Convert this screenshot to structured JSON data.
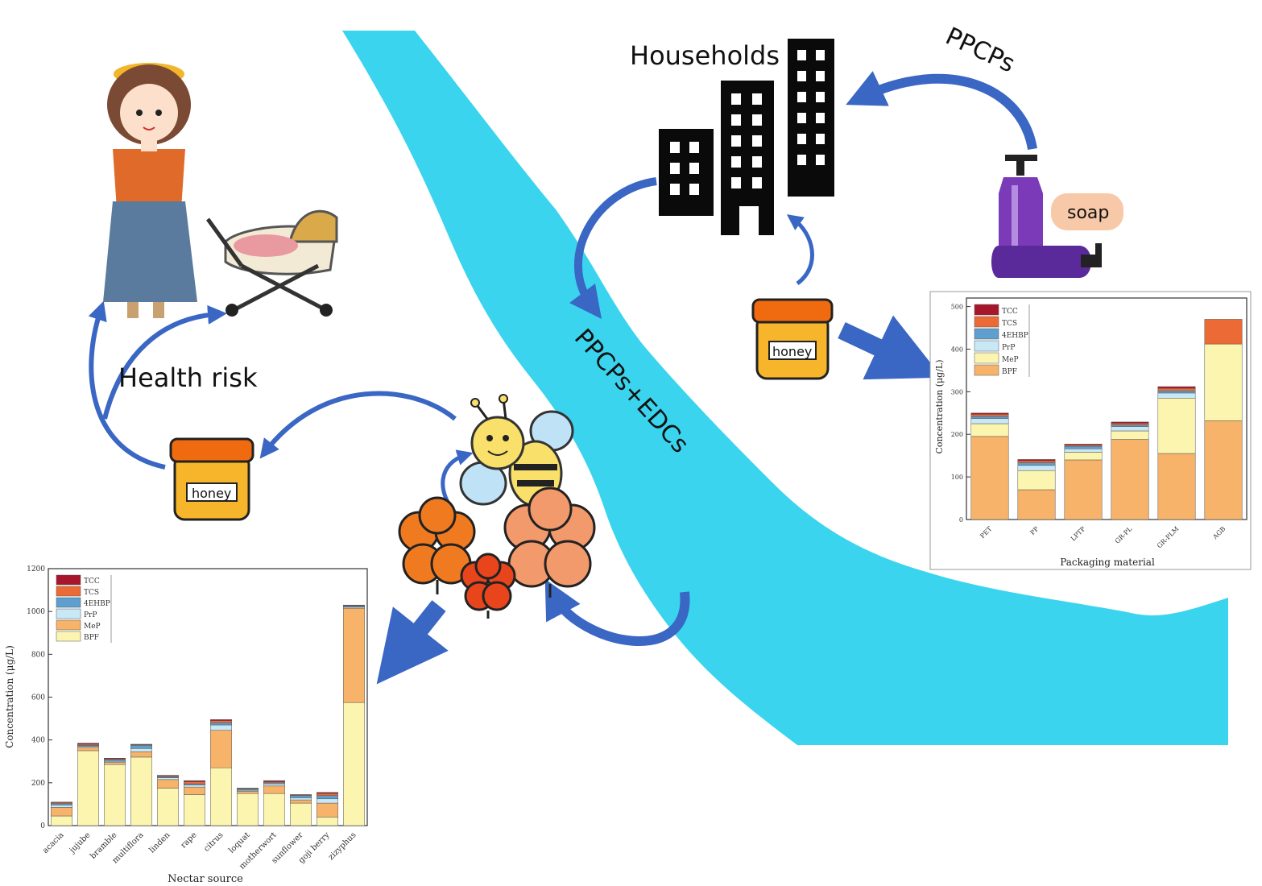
{
  "labels": {
    "households": "Households",
    "ppcps": "PPCPs",
    "soap": "soap",
    "river": "PPCPs+EDCs",
    "health_risk": "Health risk",
    "honey": "honey"
  },
  "colors": {
    "river": "#3ad4ee",
    "arrow": "#3a66c4",
    "honey_lid": "#f06a10",
    "honey_body": "#f7b52b",
    "bottle": "#7b3bb8",
    "flower_orange": "#f07a20",
    "flower_salmon": "#f39a6c",
    "flower_red": "#e8451c",
    "bee": "#f8e06a",
    "bee_wing": "#bfe2f7"
  },
  "chart_data": [
    {
      "type": "bar",
      "stacked": true,
      "xlabel": "Packaging material",
      "ylabel": "Concentration (μg/L)",
      "ylim": [
        0,
        520
      ],
      "yticks": [
        0,
        100,
        200,
        300,
        400,
        500
      ],
      "legend_position": "top-left",
      "categories": [
        "PET",
        "PP",
        "LPTP",
        "GR-PL",
        "GR-PLM",
        "AGB"
      ],
      "series": [
        {
          "name": "BPF",
          "color": "#f7b36a",
          "values": [
            195,
            70,
            140,
            188,
            155,
            232
          ]
        },
        {
          "name": "MeP",
          "color": "#fbf5b0",
          "values": [
            30,
            45,
            18,
            20,
            130,
            180
          ]
        },
        {
          "name": "PrP",
          "color": "#c8e8f6",
          "values": [
            12,
            12,
            8,
            10,
            12,
            0
          ]
        },
        {
          "name": "4EHBP",
          "color": "#5e9fd0",
          "values": [
            5,
            6,
            6,
            4,
            5,
            0
          ]
        },
        {
          "name": "TCS",
          "color": "#ec6a35",
          "values": [
            5,
            5,
            3,
            4,
            6,
            58
          ]
        },
        {
          "name": "TCC",
          "color": "#a8162c",
          "values": [
            3,
            3,
            2,
            3,
            4,
            0
          ]
        }
      ]
    },
    {
      "type": "bar",
      "stacked": true,
      "xlabel": "Nectar source",
      "ylabel": "Concentration (μg/L)",
      "ylim": [
        0,
        1200
      ],
      "yticks": [
        0,
        200,
        400,
        600,
        800,
        1000,
        1200
      ],
      "legend_position": "top-left",
      "categories": [
        "acacia",
        "jujube",
        "bramble",
        "multiflora",
        "linden",
        "rape",
        "citrus",
        "loquat",
        "motherwort",
        "sunflower",
        "goji berry",
        "zizyphus"
      ],
      "series": [
        {
          "name": "BPF",
          "color": "#fbf5b0",
          "values": [
            45,
            350,
            285,
            320,
            175,
            145,
            270,
            150,
            150,
            105,
            40,
            575
          ]
        },
        {
          "name": "MeP",
          "color": "#f7b36a",
          "values": [
            40,
            15,
            10,
            25,
            40,
            35,
            175,
            10,
            35,
            15,
            65,
            440
          ]
        },
        {
          "name": "PrP",
          "color": "#c8e8f6",
          "values": [
            10,
            5,
            5,
            15,
            8,
            10,
            25,
            5,
            10,
            10,
            20,
            5
          ]
        },
        {
          "name": "4EHBP",
          "color": "#5e9fd0",
          "values": [
            8,
            5,
            8,
            15,
            5,
            5,
            10,
            5,
            5,
            10,
            15,
            5
          ]
        },
        {
          "name": "TCS",
          "color": "#ec6a35",
          "values": [
            5,
            5,
            3,
            3,
            5,
            10,
            10,
            3,
            5,
            3,
            10,
            3
          ]
        },
        {
          "name": "TCC",
          "color": "#a8162c",
          "values": [
            2,
            5,
            4,
            2,
            2,
            5,
            5,
            2,
            5,
            2,
            5,
            2
          ]
        }
      ]
    }
  ]
}
